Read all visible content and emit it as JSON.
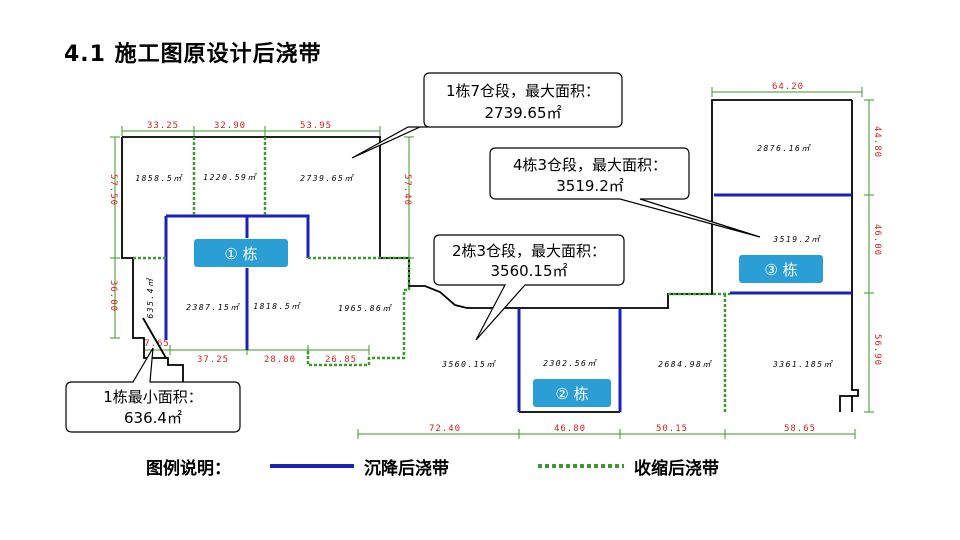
{
  "title": "4.1 施工图原设计后浇带",
  "colors": {
    "settlement": "#1a22b8",
    "shrink": "#3a9a2a",
    "dimension": "#d62020",
    "badge": "#2b9ed6",
    "wall": "#000000"
  },
  "dimensions": {
    "top_left": [
      "33.25",
      "32.90",
      "53.95"
    ],
    "top_right": "64.20",
    "left_upper": "57.50",
    "left_lower": "36.00",
    "mid_vertical": "57.40",
    "right_stack": [
      "44.80",
      "46.00",
      "56.90"
    ],
    "lower_left": [
      "7.65",
      "37.25",
      "28.80",
      "26.85"
    ],
    "bottom": [
      "72.40",
      "46.80",
      "50.15",
      "58.65"
    ]
  },
  "areas": {
    "a1": "1858.5㎡",
    "a2": "1220.59㎡",
    "a3": "2739.65㎡",
    "a4": "635.4㎡",
    "a5": "2387.15㎡",
    "a6": "1818.5㎡",
    "a7": "1965.86㎡",
    "a8": "3560.15㎡",
    "a9": "2302.56㎡",
    "a10": "2684.98㎡",
    "a11": "3361.185㎡",
    "a12": "2876.16㎡",
    "a13": "3519.2㎡"
  },
  "badges": {
    "b1": "① 栋",
    "b2": "② 栋",
    "b3": "③ 栋"
  },
  "callouts": {
    "c1": [
      "1栋7仓段，最大面积：",
      "2739.65㎡"
    ],
    "c2": [
      "4栋3仓段，最大面积：",
      "3519.2㎡"
    ],
    "c3": [
      "2栋3仓段，最大面积：",
      "3560.15㎡"
    ],
    "c4": [
      "1栋最小面积：",
      "636.4㎡"
    ]
  },
  "legend": {
    "label": "图例说明：",
    "settlement": "沉降后浇带",
    "shrink": "收缩后浇带"
  }
}
